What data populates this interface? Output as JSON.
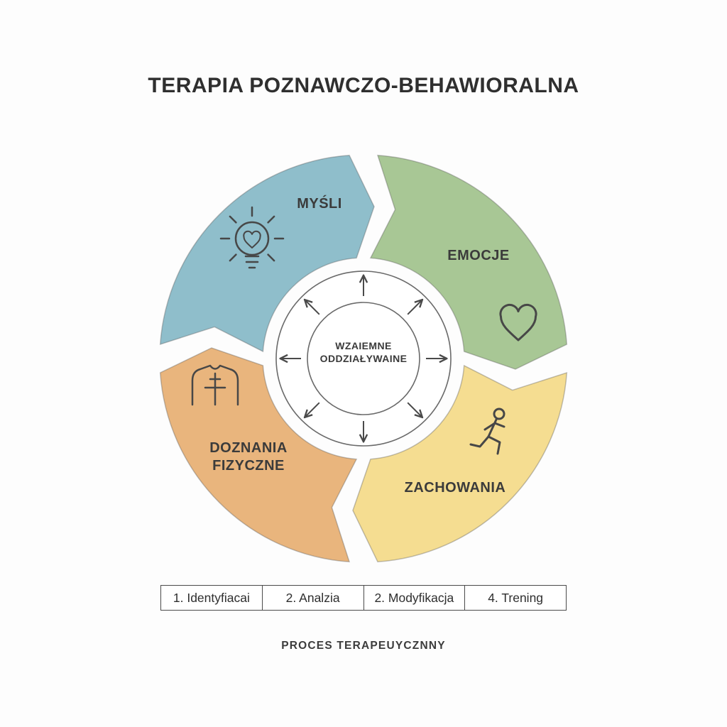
{
  "title": "TERAPIA POZNAWCZO-BEHAWIORALNA",
  "center": {
    "label": "WZAIEMNE ODDZIAŁYWAINE"
  },
  "segments": [
    {
      "label": "MYŚLI",
      "color": "#8fbecb",
      "icon": "lightbulb-icon"
    },
    {
      "label": "EMOCJE",
      "color": "#a8c795",
      "icon": "heart-icon"
    },
    {
      "label": "ZACHOWANIA",
      "color": "#f5dd91",
      "icon": "running-person-icon"
    },
    {
      "label": "DOZNANIA FIZYCZNE",
      "color": "#e9b57d",
      "icon": "torso-icon"
    }
  ],
  "process_steps": [
    "1. Identyfiacai",
    "2. Analzia",
    "2. Modyfikacja",
    "4. Trening"
  ],
  "footer": "PROCES TERAPEUYCZNNY"
}
